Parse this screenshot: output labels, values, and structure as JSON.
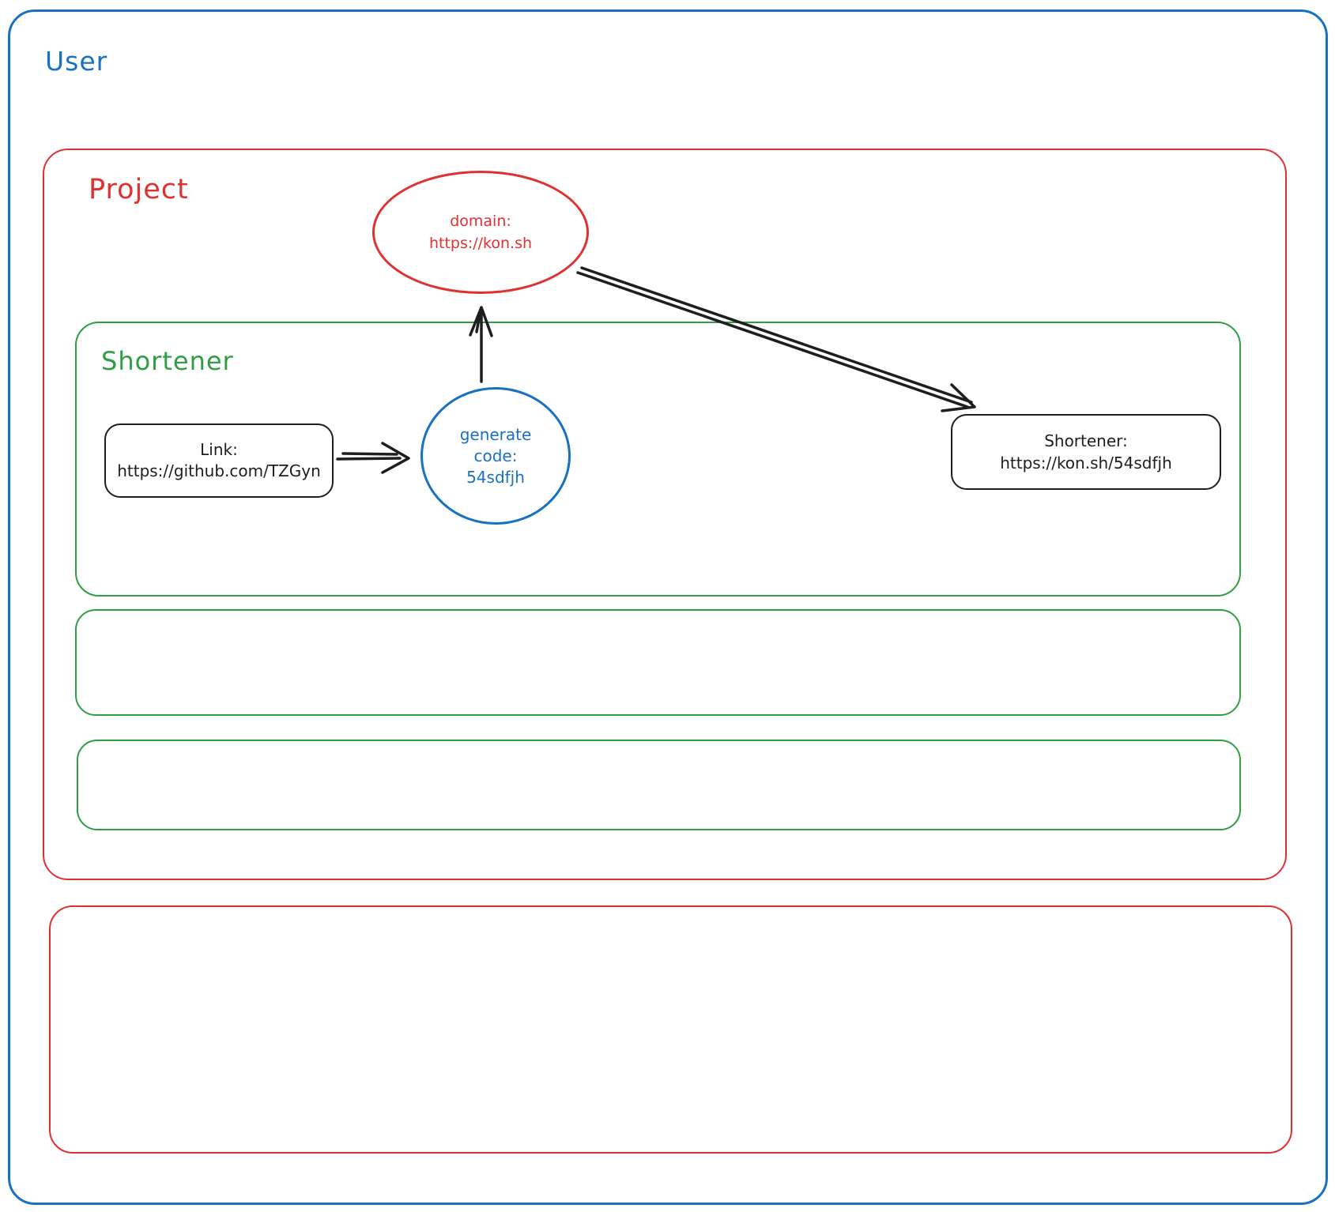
{
  "colors": {
    "blue": "#1971c2",
    "red": "#e03131",
    "green": "#2f9e44",
    "ink": "#1e1e1e"
  },
  "containers": {
    "user": {
      "label": "User"
    },
    "project": {
      "label": "Project"
    },
    "shortener": {
      "label": "Shortener"
    }
  },
  "nodes": {
    "domain": {
      "lines": [
        "domain:",
        "https://kon.sh"
      ]
    },
    "link": {
      "lines": [
        "Link:",
        "https://github.com/TZGyn"
      ]
    },
    "generate_code": {
      "lines": [
        "generate",
        "code:",
        "54sdfjh"
      ]
    },
    "shortened": {
      "lines": [
        "Shortener:",
        "https://kon.sh/54sdfjh"
      ]
    }
  },
  "arrows": [
    {
      "from": "link",
      "to": "generate_code"
    },
    {
      "from": "generate_code",
      "to": "domain"
    },
    {
      "from": "domain",
      "to": "shortened"
    }
  ]
}
